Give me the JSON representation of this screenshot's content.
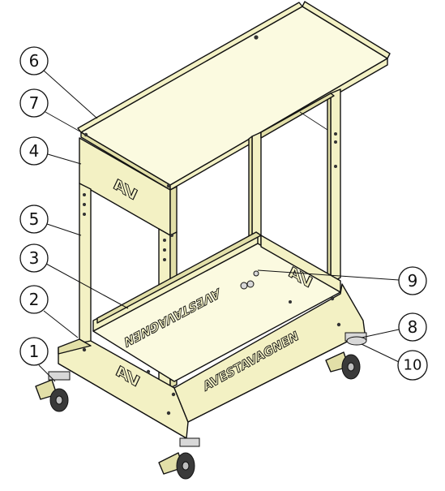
{
  "brand_text": "AVESTAVAGNEN",
  "brand_text_mirrored": "AVESTAVAGNEN",
  "logo_mark": "AV",
  "callouts": [
    {
      "id": "1",
      "label": "1"
    },
    {
      "id": "2",
      "label": "2"
    },
    {
      "id": "3",
      "label": "3"
    },
    {
      "id": "4",
      "label": "4"
    },
    {
      "id": "5",
      "label": "5"
    },
    {
      "id": "6",
      "label": "6"
    },
    {
      "id": "7",
      "label": "7"
    },
    {
      "id": "8",
      "label": "8"
    },
    {
      "id": "9",
      "label": "9"
    },
    {
      "id": "10",
      "label": "10"
    }
  ],
  "colors": {
    "body": "#f3f1c4",
    "outline": "#111111",
    "wheel": "#3a3a3a"
  }
}
